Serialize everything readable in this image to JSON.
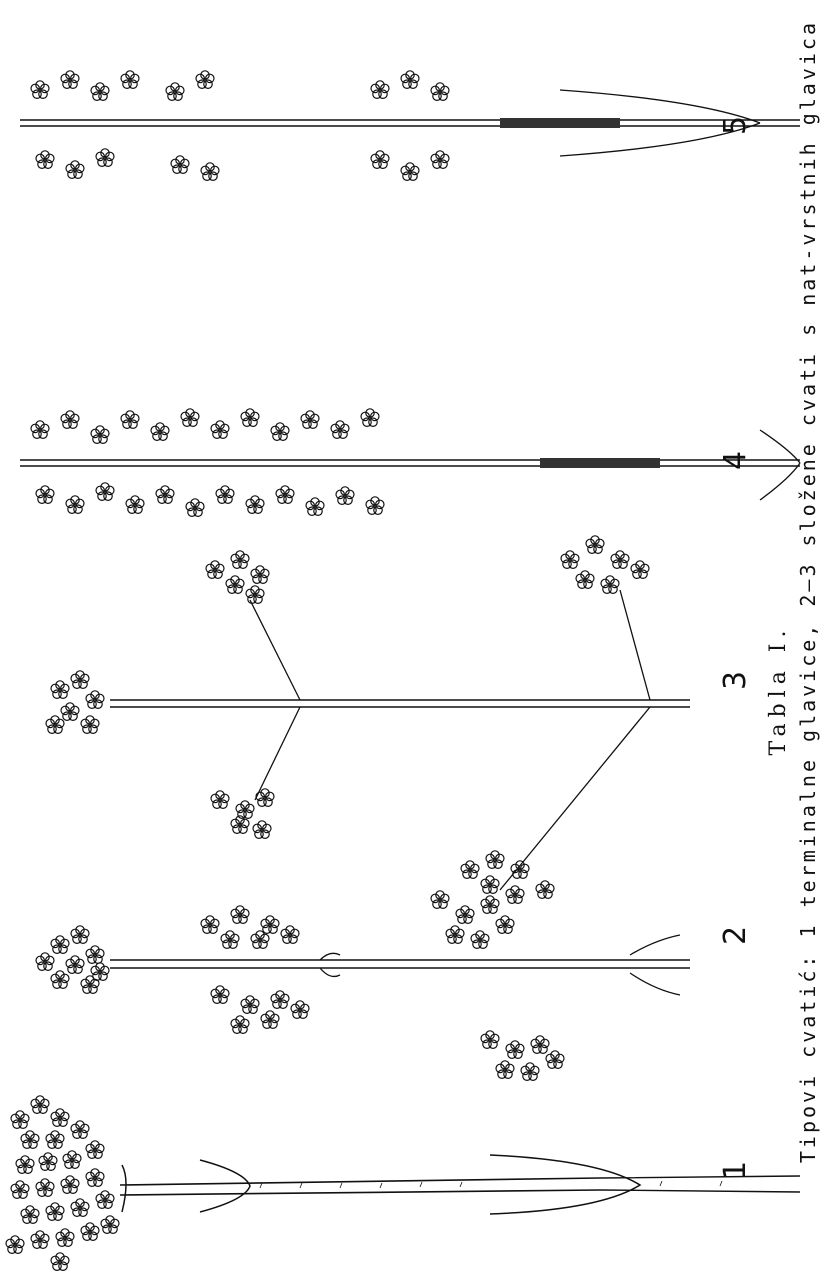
{
  "plate": {
    "caption_title": "Tabla I.",
    "caption_line": "Tipovi cvatić: 1 terminalne glavice, 2–3 složene cvati s nat-vrstnih glavica",
    "figures": [
      {
        "id": "1",
        "label": "1"
      },
      {
        "id": "2",
        "label": "2"
      },
      {
        "id": "3",
        "label": "3"
      },
      {
        "id": "4",
        "label": "4"
      },
      {
        "id": "5",
        "label": "5"
      }
    ]
  }
}
